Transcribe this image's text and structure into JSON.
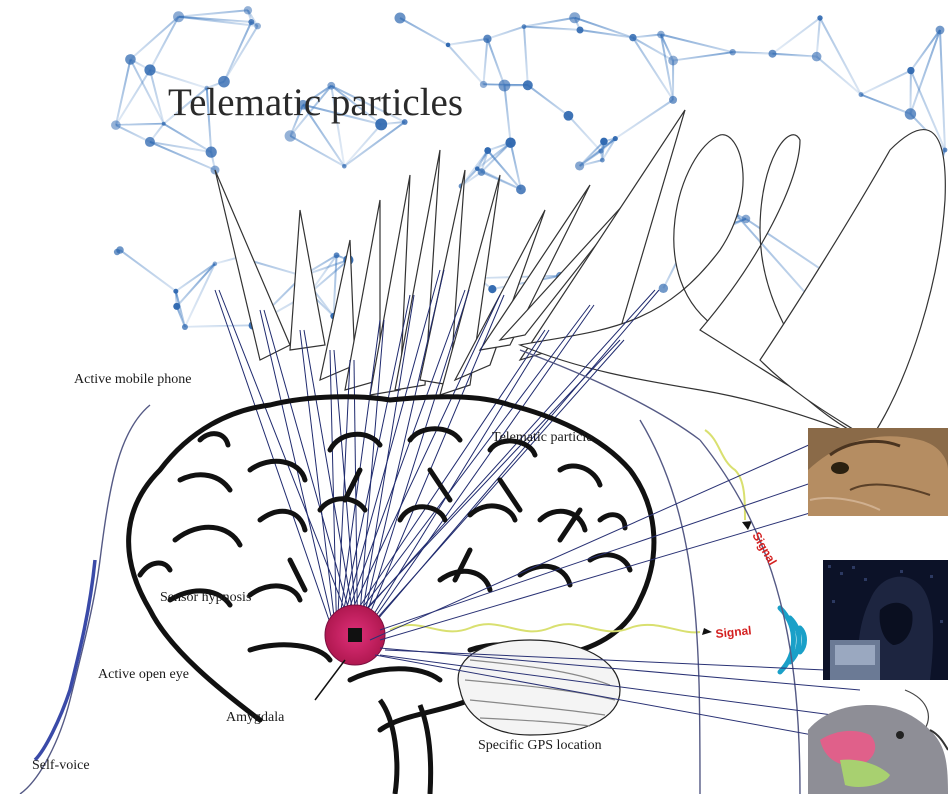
{
  "diagram": {
    "title": "Telematic particles",
    "labels": {
      "active_mobile_phone": "Active mobile phone",
      "telematic_particle": "Telematic particle",
      "sensor_hypnosis": "Sensor hypnosis",
      "active_open_eye": "Active open eye",
      "amygdala": "Amygdala",
      "specific_gps_location": "Specific GPS location",
      "self_voice": "Self-voice",
      "signal_upper": "Signal",
      "signal_lower": "Signal"
    },
    "colors": {
      "network": "#3f7ac0",
      "network_node": "#2f68b0",
      "beam_line": "#1f2a6e",
      "amygdala": "#c8205a",
      "signal_wave": "#d9e070",
      "signal_text": "#d42020",
      "wifi": "#1aa0c8",
      "brain_outline": "#111111"
    },
    "icons": {
      "wifi": "wifi-signal-icon",
      "cat": "cat-photo",
      "hacker": "hooded-figure-photo",
      "dog": "dog-brain-photo"
    }
  }
}
